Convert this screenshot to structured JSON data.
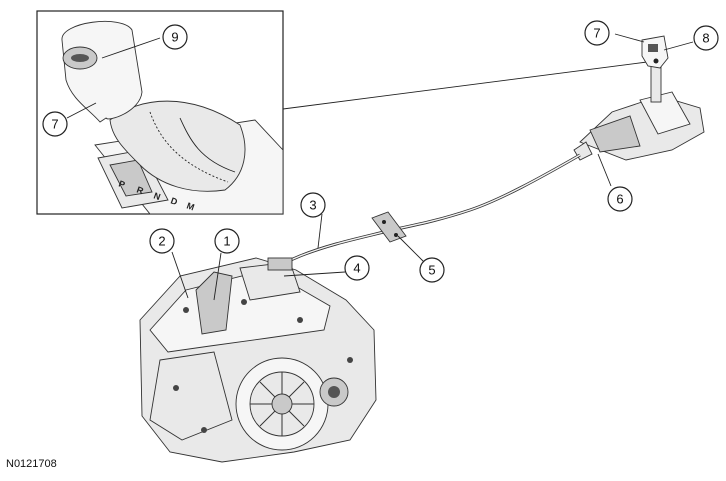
{
  "figure_id": "N0121708",
  "callouts": [
    {
      "number": "1"
    },
    {
      "number": "2"
    },
    {
      "number": "3"
    },
    {
      "number": "4"
    },
    {
      "number": "5"
    },
    {
      "number": "6"
    },
    {
      "number": "7"
    },
    {
      "number": "7"
    },
    {
      "number": "8"
    },
    {
      "number": "9"
    }
  ],
  "shift_pattern_letters": [
    "P",
    "R",
    "N",
    "D",
    "M"
  ]
}
